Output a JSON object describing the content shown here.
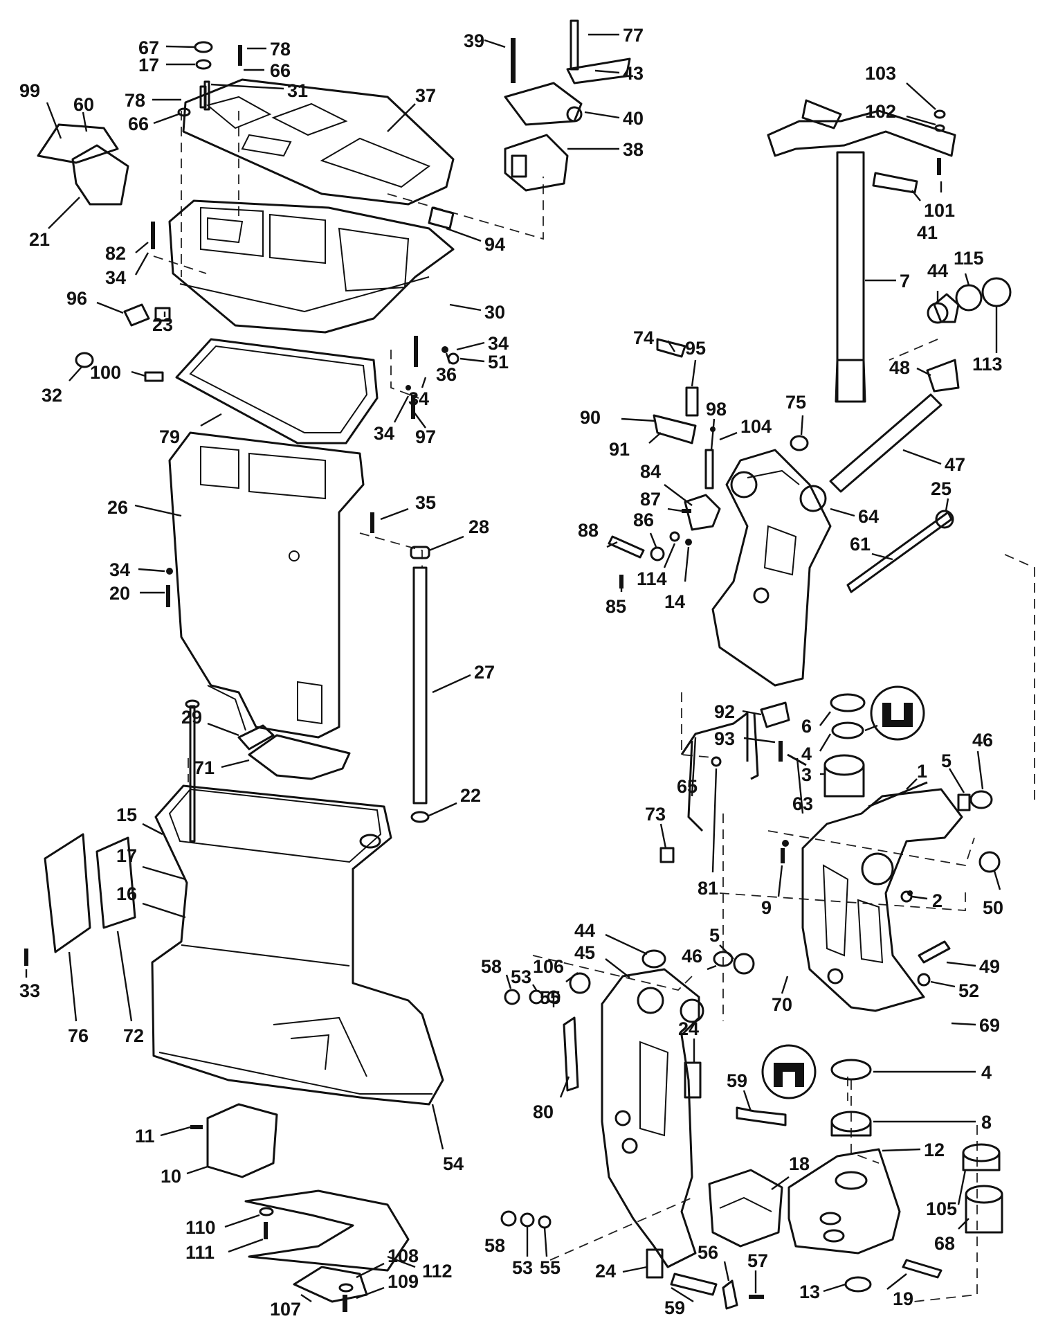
{
  "colors": {
    "ink": "#111111",
    "paper": "#ffffff"
  },
  "parts": [
    {
      "id": "p67",
      "label": "67"
    },
    {
      "id": "p17a",
      "label": "17"
    },
    {
      "id": "p78a",
      "label": "78"
    },
    {
      "id": "p66a",
      "label": "66"
    },
    {
      "id": "p78b",
      "label": "78"
    },
    {
      "id": "p31",
      "label": "31"
    },
    {
      "id": "p66b",
      "label": "66"
    },
    {
      "id": "p37",
      "label": "37"
    },
    {
      "id": "p99",
      "label": "99"
    },
    {
      "id": "p60",
      "label": "60"
    },
    {
      "id": "p21",
      "label": "21"
    },
    {
      "id": "p82",
      "label": "82"
    },
    {
      "id": "p34a",
      "label": "34"
    },
    {
      "id": "p96",
      "label": "96"
    },
    {
      "id": "p23",
      "label": "23"
    },
    {
      "id": "p94",
      "label": "94"
    },
    {
      "id": "p30",
      "label": "30"
    },
    {
      "id": "p32",
      "label": "32"
    },
    {
      "id": "p100",
      "label": "100"
    },
    {
      "id": "p34b",
      "label": "34"
    },
    {
      "id": "p51",
      "label": "51"
    },
    {
      "id": "p36",
      "label": "36"
    },
    {
      "id": "p34c",
      "label": "34"
    },
    {
      "id": "p79",
      "label": "79"
    },
    {
      "id": "p34d",
      "label": "34"
    },
    {
      "id": "p97",
      "label": "97"
    },
    {
      "id": "p39",
      "label": "39"
    },
    {
      "id": "p77",
      "label": "77"
    },
    {
      "id": "p43",
      "label": "43"
    },
    {
      "id": "p40",
      "label": "40"
    },
    {
      "id": "p38",
      "label": "38"
    },
    {
      "id": "p26",
      "label": "26"
    },
    {
      "id": "p35",
      "label": "35"
    },
    {
      "id": "p34e",
      "label": "34"
    },
    {
      "id": "p20",
      "label": "20"
    },
    {
      "id": "p28",
      "label": "28"
    },
    {
      "id": "p27",
      "label": "27"
    },
    {
      "id": "p29",
      "label": "29"
    },
    {
      "id": "p71",
      "label": "71"
    },
    {
      "id": "p22",
      "label": "22"
    },
    {
      "id": "p15",
      "label": "15"
    },
    {
      "id": "p17b",
      "label": "17"
    },
    {
      "id": "p16",
      "label": "16"
    },
    {
      "id": "p33",
      "label": "33"
    },
    {
      "id": "p76",
      "label": "76"
    },
    {
      "id": "p72",
      "label": "72"
    },
    {
      "id": "p11",
      "label": "11"
    },
    {
      "id": "p10",
      "label": "10"
    },
    {
      "id": "p54",
      "label": "54"
    },
    {
      "id": "p110",
      "label": "110"
    },
    {
      "id": "p111",
      "label": "111"
    },
    {
      "id": "p112",
      "label": "112"
    },
    {
      "id": "p108",
      "label": "108"
    },
    {
      "id": "p109",
      "label": "109"
    },
    {
      "id": "p107",
      "label": "107"
    },
    {
      "id": "p103",
      "label": "103"
    },
    {
      "id": "p102",
      "label": "102"
    },
    {
      "id": "p101",
      "label": "101"
    },
    {
      "id": "p41",
      "label": "41"
    },
    {
      "id": "p7",
      "label": "7"
    },
    {
      "id": "p44a",
      "label": "44"
    },
    {
      "id": "p115",
      "label": "115"
    },
    {
      "id": "p113",
      "label": "113"
    },
    {
      "id": "p48",
      "label": "48"
    },
    {
      "id": "p74",
      "label": "74"
    },
    {
      "id": "p95",
      "label": "95"
    },
    {
      "id": "p90",
      "label": "90"
    },
    {
      "id": "p91",
      "label": "91"
    },
    {
      "id": "p98",
      "label": "98"
    },
    {
      "id": "p104",
      "label": "104"
    },
    {
      "id": "p75",
      "label": "75"
    },
    {
      "id": "p47",
      "label": "47"
    },
    {
      "id": "p84",
      "label": "84"
    },
    {
      "id": "p87",
      "label": "87"
    },
    {
      "id": "p64",
      "label": "64"
    },
    {
      "id": "p25",
      "label": "25"
    },
    {
      "id": "p88",
      "label": "88"
    },
    {
      "id": "p86",
      "label": "86"
    },
    {
      "id": "p61",
      "label": "61"
    },
    {
      "id": "p114",
      "label": "114"
    },
    {
      "id": "p14",
      "label": "14"
    },
    {
      "id": "p85",
      "label": "85"
    },
    {
      "id": "p92",
      "label": "92"
    },
    {
      "id": "p6",
      "label": "6"
    },
    {
      "id": "p93",
      "label": "93"
    },
    {
      "id": "p4a",
      "label": "4"
    },
    {
      "id": "p46a",
      "label": "46"
    },
    {
      "id": "p3",
      "label": "3"
    },
    {
      "id": "p5a",
      "label": "5"
    },
    {
      "id": "p1",
      "label": "1"
    },
    {
      "id": "p65",
      "label": "65"
    },
    {
      "id": "p73",
      "label": "73"
    },
    {
      "id": "p63",
      "label": "63"
    },
    {
      "id": "p81",
      "label": "81"
    },
    {
      "id": "p9",
      "label": "9"
    },
    {
      "id": "p2",
      "label": "2"
    },
    {
      "id": "p50",
      "label": "50"
    },
    {
      "id": "p44b",
      "label": "44"
    },
    {
      "id": "p45",
      "label": "45"
    },
    {
      "id": "p58a",
      "label": "58"
    },
    {
      "id": "p53a",
      "label": "53"
    },
    {
      "id": "p106",
      "label": "106"
    },
    {
      "id": "p55a",
      "label": "55"
    },
    {
      "id": "p5b",
      "label": "5"
    },
    {
      "id": "p46b",
      "label": "46"
    },
    {
      "id": "p49",
      "label": "49"
    },
    {
      "id": "p52",
      "label": "52"
    },
    {
      "id": "p70",
      "label": "70"
    },
    {
      "id": "p69",
      "label": "69"
    },
    {
      "id": "p24a",
      "label": "24"
    },
    {
      "id": "p4b",
      "label": "4"
    },
    {
      "id": "p59a",
      "label": "59"
    },
    {
      "id": "p80",
      "label": "80"
    },
    {
      "id": "p8",
      "label": "8"
    },
    {
      "id": "p12",
      "label": "12"
    },
    {
      "id": "p18",
      "label": "18"
    },
    {
      "id": "p105",
      "label": "105"
    },
    {
      "id": "p68",
      "label": "68"
    },
    {
      "id": "p58b",
      "label": "58"
    },
    {
      "id": "p53b",
      "label": "53"
    },
    {
      "id": "p55b",
      "label": "55"
    },
    {
      "id": "p24b",
      "label": "24"
    },
    {
      "id": "p59b",
      "label": "59"
    },
    {
      "id": "p56",
      "label": "56"
    },
    {
      "id": "p57",
      "label": "57"
    },
    {
      "id": "p13",
      "label": "13"
    },
    {
      "id": "p19",
      "label": "19"
    }
  ]
}
